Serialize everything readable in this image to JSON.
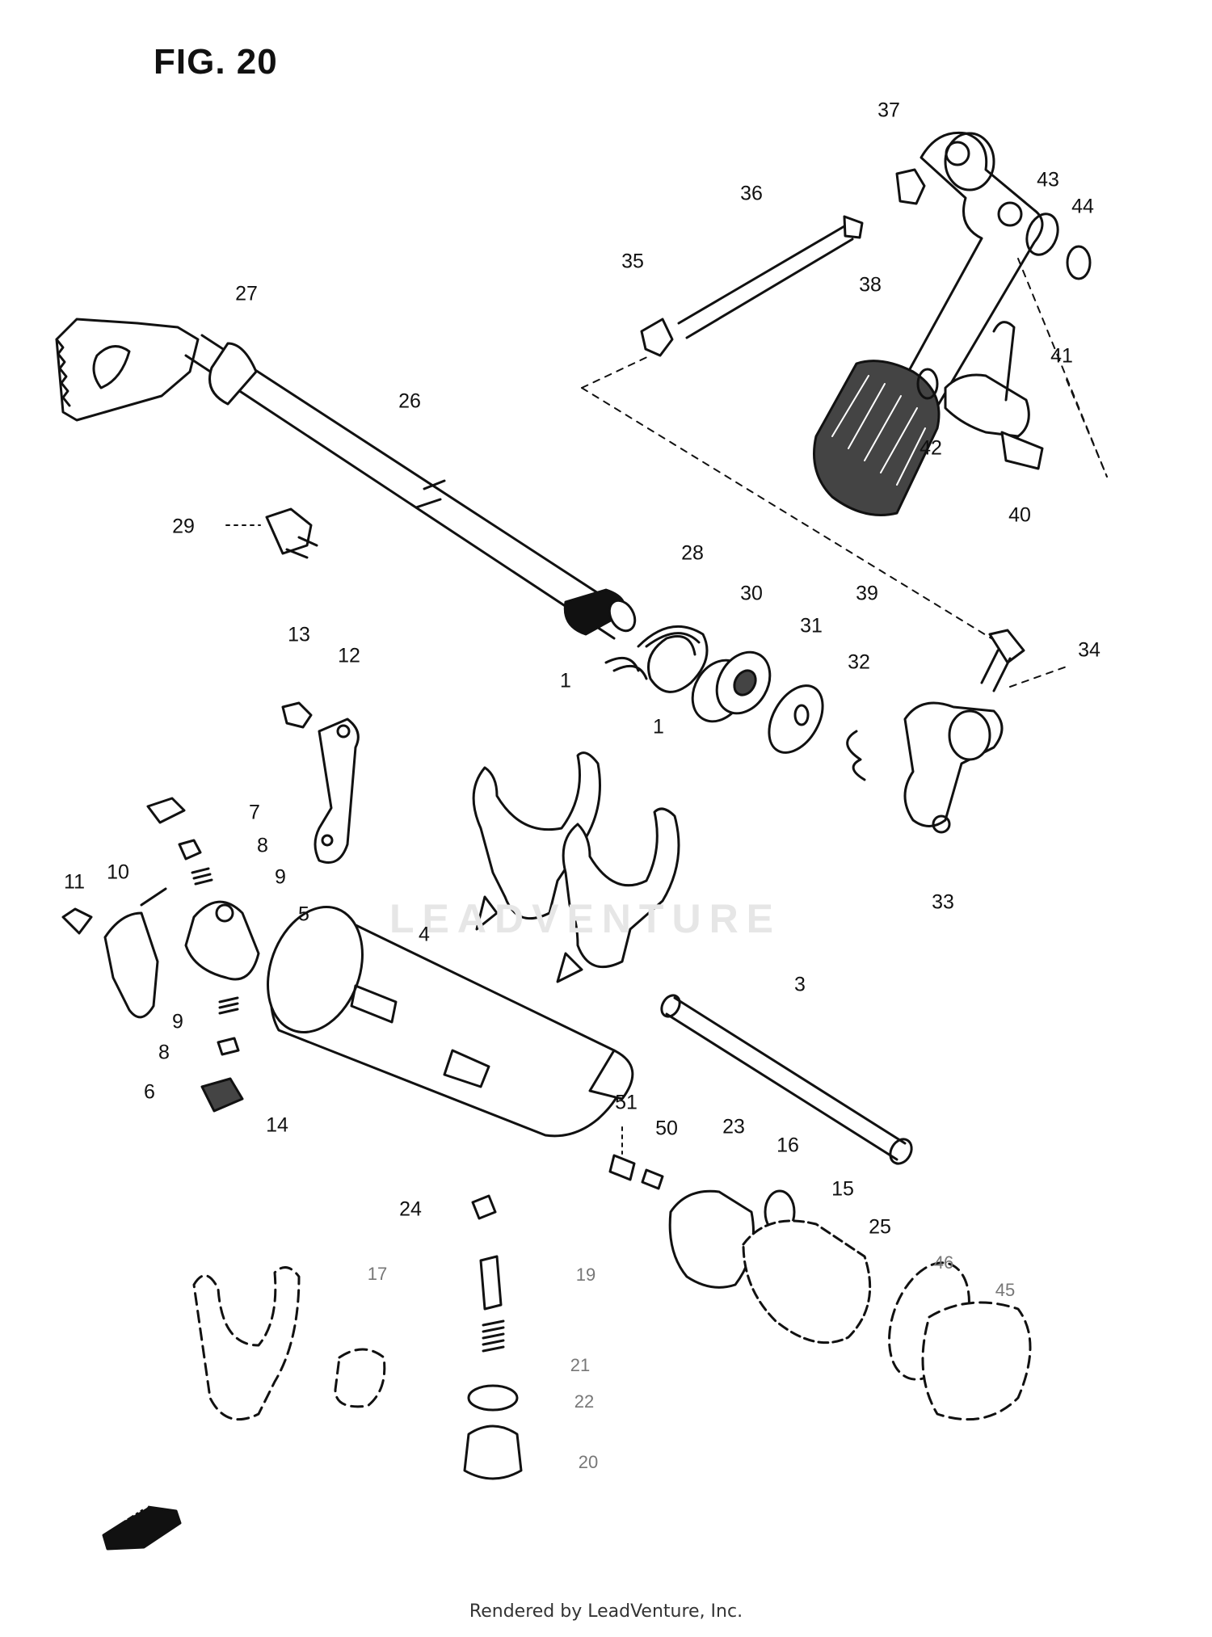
{
  "figure": {
    "title": "FIG. 20"
  },
  "watermark": "LEADVENTURE",
  "footer": {
    "credit": "Rendered by LeadVenture, Inc."
  },
  "fwd_label": "FWD",
  "callouts": [
    {
      "id": "37",
      "text": "37"
    },
    {
      "id": "36",
      "text": "36"
    },
    {
      "id": "43",
      "text": "43"
    },
    {
      "id": "44",
      "text": "44"
    },
    {
      "id": "35",
      "text": "35"
    },
    {
      "id": "27",
      "text": "27"
    },
    {
      "id": "38",
      "text": "38"
    },
    {
      "id": "41",
      "text": "41"
    },
    {
      "id": "26",
      "text": "26"
    },
    {
      "id": "42",
      "text": "42"
    },
    {
      "id": "40",
      "text": "40"
    },
    {
      "id": "29",
      "text": "29"
    },
    {
      "id": "39",
      "text": "39"
    },
    {
      "id": "28",
      "text": "28"
    },
    {
      "id": "30",
      "text": "30"
    },
    {
      "id": "31",
      "text": "31"
    },
    {
      "id": "32",
      "text": "32"
    },
    {
      "id": "34",
      "text": "34"
    },
    {
      "id": "13",
      "text": "13"
    },
    {
      "id": "12",
      "text": "12"
    },
    {
      "id": "1a",
      "text": "1"
    },
    {
      "id": "1b",
      "text": "1"
    },
    {
      "id": "7",
      "text": "7"
    },
    {
      "id": "8a",
      "text": "8"
    },
    {
      "id": "11",
      "text": "11"
    },
    {
      "id": "10",
      "text": "10"
    },
    {
      "id": "9a",
      "text": "9"
    },
    {
      "id": "5",
      "text": "5"
    },
    {
      "id": "33",
      "text": "33"
    },
    {
      "id": "4",
      "text": "4"
    },
    {
      "id": "3",
      "text": "3"
    },
    {
      "id": "9b",
      "text": "9"
    },
    {
      "id": "8b",
      "text": "8"
    },
    {
      "id": "6",
      "text": "6"
    },
    {
      "id": "14",
      "text": "14"
    },
    {
      "id": "51",
      "text": "51"
    },
    {
      "id": "50",
      "text": "50"
    },
    {
      "id": "23",
      "text": "23"
    },
    {
      "id": "16",
      "text": "16"
    },
    {
      "id": "15",
      "text": "15"
    },
    {
      "id": "25",
      "text": "25"
    },
    {
      "id": "24",
      "text": "24"
    },
    {
      "id": "46",
      "text": "46"
    },
    {
      "id": "45",
      "text": "45"
    },
    {
      "id": "17",
      "text": "17"
    },
    {
      "id": "19",
      "text": "19"
    },
    {
      "id": "21",
      "text": "21"
    },
    {
      "id": "22",
      "text": "22"
    },
    {
      "id": "20",
      "text": "20"
    }
  ]
}
